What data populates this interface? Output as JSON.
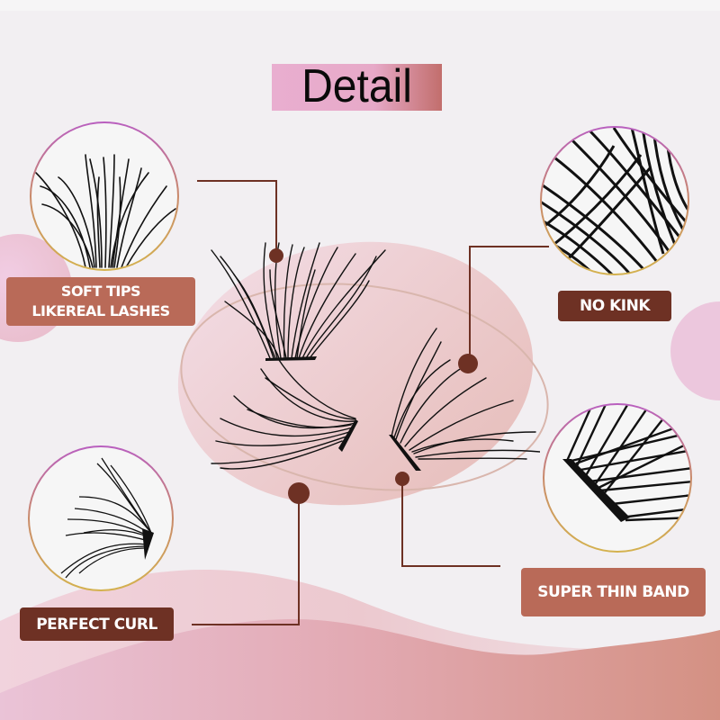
{
  "title": "Detail",
  "features": [
    {
      "id": "soft-tips",
      "label_line1": "SOFT TIPS",
      "label_line2": "LIKEREAL LASHES",
      "style": "light"
    },
    {
      "id": "no-kink",
      "label": "NO KINK",
      "style": "dark"
    },
    {
      "id": "perfect-curl",
      "label": "PERFECT CURL",
      "style": "dark"
    },
    {
      "id": "super-thin-band",
      "label": "SUPER THIN BAND",
      "style": "light"
    }
  ],
  "colors": {
    "title_gradient_start": "#e9aed0",
    "title_gradient_end": "#c26e6c",
    "label_light": "#b96a58",
    "label_dark": "#6e3124",
    "connector": "#6e3124",
    "ring_top": "#b95fc0",
    "ring_bottom": "#d4b24e",
    "background": "#f2eff2",
    "wave_pink": "#e2a9b4"
  }
}
